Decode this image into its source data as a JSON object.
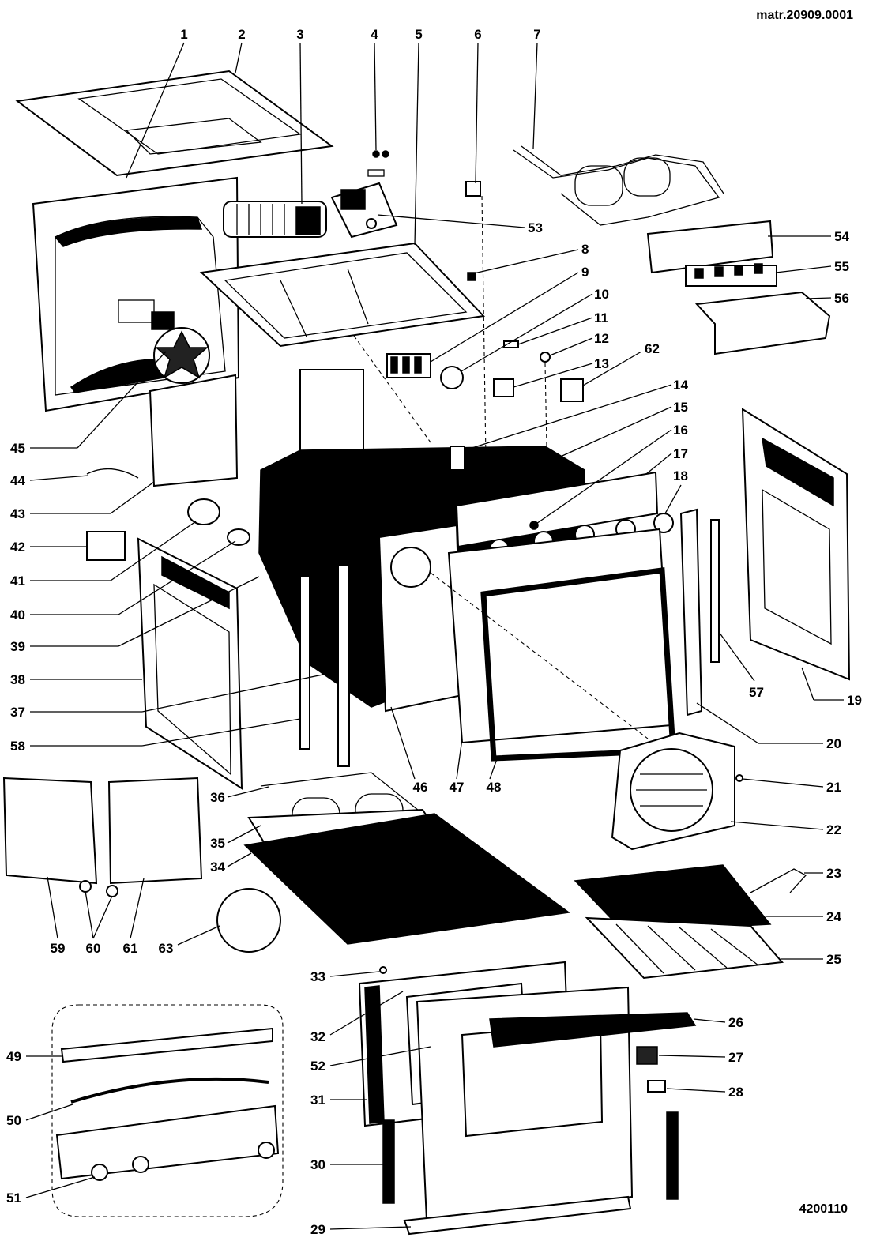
{
  "header": {
    "matrix_code": "matr.20909.0001",
    "drawing_code": "4200110"
  },
  "parts": [
    "1",
    "2",
    "3",
    "4",
    "5",
    "6",
    "7",
    "8",
    "9",
    "10",
    "11",
    "12",
    "13",
    "14",
    "15",
    "16",
    "17",
    "18",
    "19",
    "20",
    "21",
    "22",
    "23",
    "24",
    "25",
    "26",
    "27",
    "28",
    "29",
    "30",
    "31",
    "32",
    "33",
    "34",
    "35",
    "36",
    "37",
    "38",
    "39",
    "40",
    "41",
    "42",
    "43",
    "44",
    "45",
    "46",
    "47",
    "48",
    "49",
    "50",
    "51",
    "52",
    "53",
    "54",
    "55",
    "56",
    "57",
    "58",
    "59",
    "60",
    "61",
    "62",
    "63"
  ]
}
